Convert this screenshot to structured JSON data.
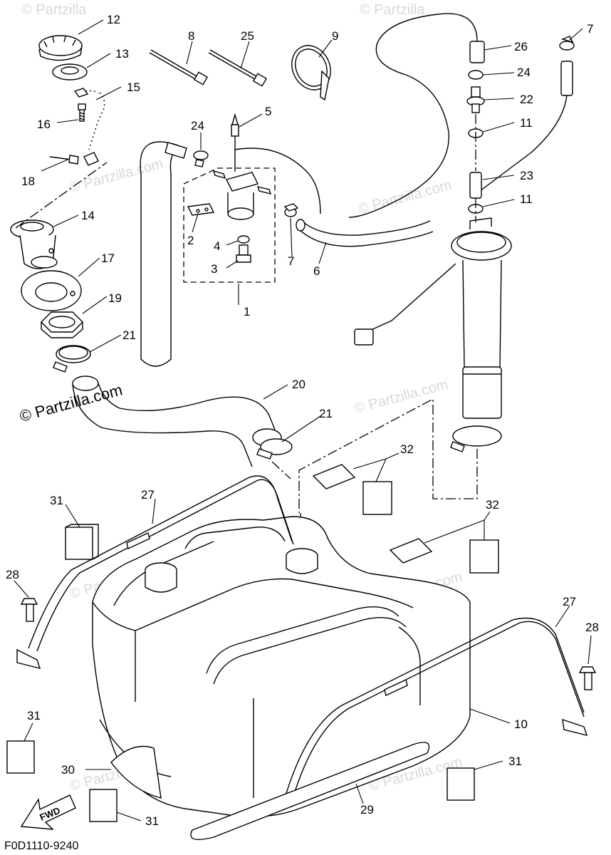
{
  "diagram": {
    "code": "F0D1110-9240",
    "fwd_label": "FWD",
    "watermark": "© Partzilla.com",
    "watermark_short": "© Partzilla",
    "callouts": [
      "1",
      "2",
      "3",
      "4",
      "5",
      "6",
      "7",
      "8",
      "9",
      "10",
      "11",
      "12",
      "13",
      "14",
      "15",
      "16",
      "17",
      "18",
      "19",
      "20",
      "21",
      "22",
      "23",
      "24",
      "25",
      "26",
      "27",
      "28",
      "29",
      "30",
      "31",
      "32"
    ]
  }
}
